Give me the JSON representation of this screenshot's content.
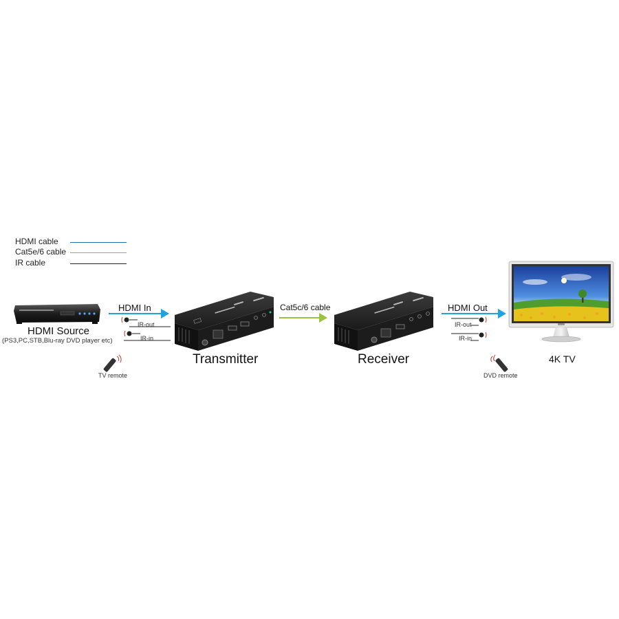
{
  "legend": {
    "hdmi_label": "HDMI cable",
    "cat_label": "Cat5e/6 cable",
    "ir_label": "IR cable",
    "hdmi_color": "#1a6fb5",
    "cat_color": "#9ab526",
    "ir_color": "#222222"
  },
  "source": {
    "title": "HDMI Source",
    "subtitle": "(PS3,PC,STB,Blu-ray DVD player etc)"
  },
  "links": {
    "hdmi_in": "HDMI In",
    "cat_cable": "Cat5c/6 cable",
    "hdmi_out": "HDMI Out",
    "hdmi_arrow_color": "#1fa3dc",
    "cat_arrow_color": "#9ac23c"
  },
  "ir": {
    "left_ir_out": "IR-out",
    "left_ir_in": "IR-in",
    "right_ir_out": "IR-out",
    "right_ir_in": "IR-in"
  },
  "remotes": {
    "tv_remote": "TV remote",
    "dvd_remote": "DVD remote"
  },
  "devices": {
    "transmitter": "Transmitter",
    "receiver": "Receiver",
    "tv": "4K TV"
  }
}
